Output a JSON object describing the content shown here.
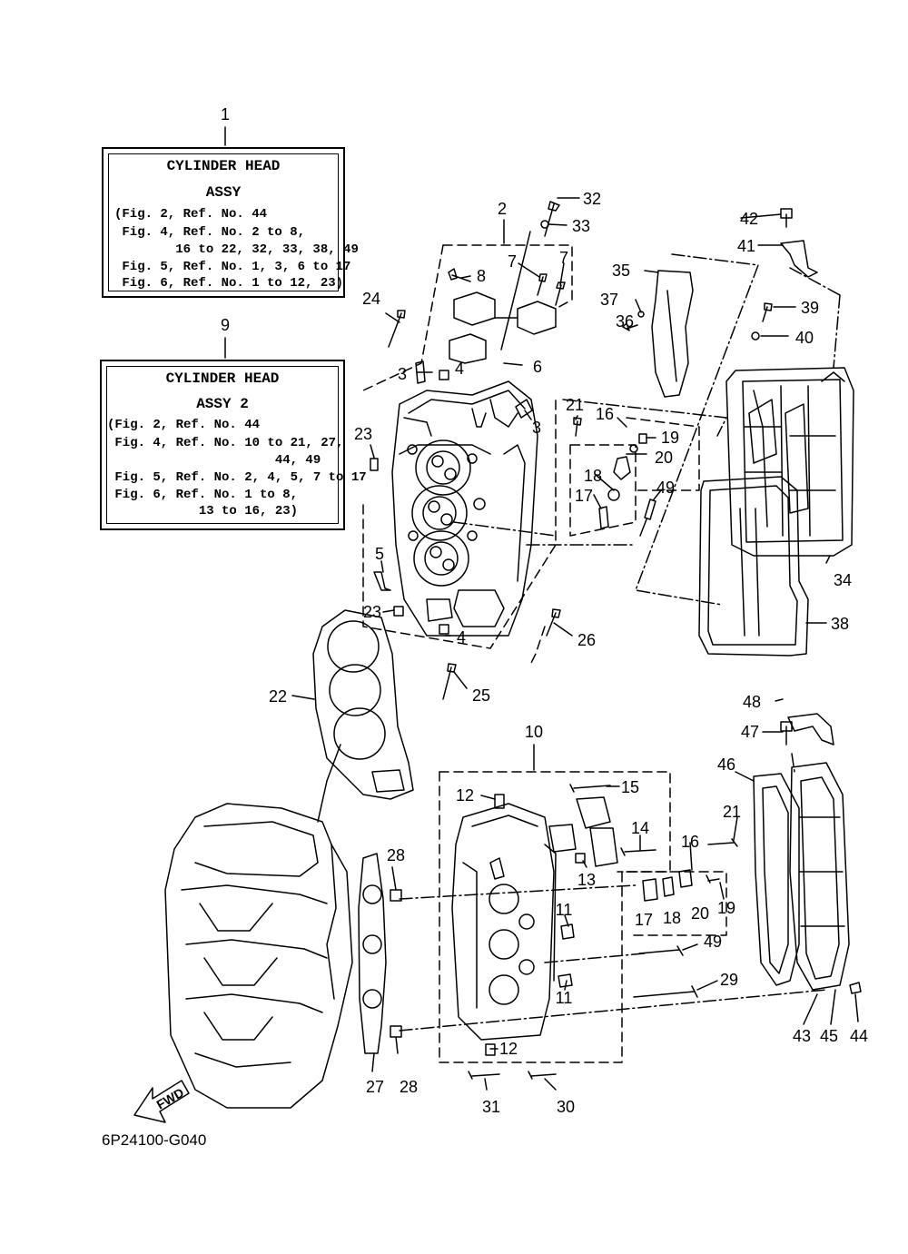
{
  "info_boxes": [
    {
      "ref": "1",
      "title_1": "CYLINDER HEAD",
      "title_2": "ASSY",
      "lines": [
        "(Fig. 2, Ref. No. 44",
        " Fig. 4, Ref. No. 2 to 8,",
        "        16 to 22, 32, 33, 38, 49",
        " Fig. 5, Ref. No. 1, 3, 6 to 17",
        " Fig. 6, Ref. No. 1 to 12, 23)"
      ]
    },
    {
      "ref": "9",
      "title_1": "CYLINDER HEAD",
      "title_2": "ASSY 2",
      "lines": [
        "(Fig. 2, Ref. No. 44",
        " Fig. 4, Ref. No. 10 to 21, 27,",
        "                      44, 49",
        " Fig. 5, Ref. No. 2, 4, 5, 7 to 17",
        " Fig. 6, Ref. No. 1 to 8,",
        "            13 to 16, 23)"
      ]
    }
  ],
  "callouts": [
    "2",
    "3",
    "3",
    "4",
    "4",
    "5",
    "6",
    "7",
    "7",
    "8",
    "10",
    "11",
    "11",
    "12",
    "12",
    "13",
    "14",
    "15",
    "16",
    "16",
    "17",
    "17",
    "18",
    "18",
    "19",
    "19",
    "20",
    "20",
    "21",
    "21",
    "22",
    "23",
    "23",
    "24",
    "25",
    "26",
    "27",
    "28",
    "28",
    "29",
    "30",
    "31",
    "32",
    "33",
    "34",
    "35",
    "36",
    "37",
    "38",
    "39",
    "40",
    "41",
    "42",
    "43",
    "44",
    "45",
    "46",
    "47",
    "48",
    "49",
    "49"
  ],
  "fwd_label": "FWD",
  "catalog_number": "6P24100-G040"
}
